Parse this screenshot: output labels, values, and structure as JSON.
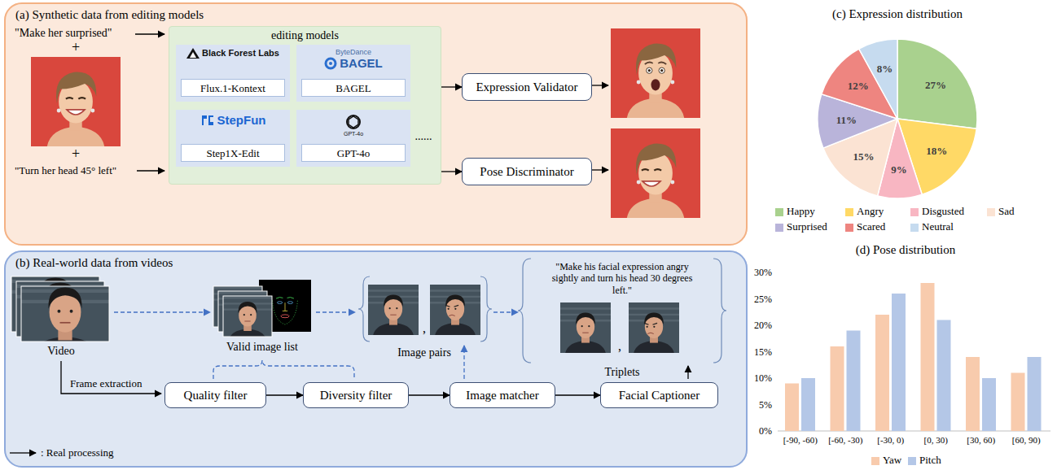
{
  "diagram": {
    "nodes": [
      {
        "text": [
          "(a) Synthetic data from editing models"
        ]
      },
      {
        "text": [
          "editing models"
        ],
        "in": 0
      },
      {
        "text": [
          "Black Forest Labs",
          "Flux.1-Kontext"
        ],
        "in": 1
      },
      {
        "text": [
          "ByteDance",
          "BAGEL",
          "BAGEL"
        ],
        "in": 1
      },
      {
        "text": [
          "StepFun",
          "Step1X-Edit"
        ],
        "in": 1
      },
      {
        "text": [
          "GPT-4o",
          "GPT-4o"
        ],
        "in": 1
      },
      {
        "text": [
          "Expression Validator"
        ],
        "in": 0
      },
      {
        "text": [
          "Pose Discriminator"
        ],
        "in": 0
      },
      {
        "text": [
          "(b) Real-world data from videos"
        ]
      },
      {
        "text": [
          "Quality filter"
        ],
        "in": 8
      },
      {
        "text": [
          "Diversity filter"
        ],
        "in": 8
      },
      {
        "text": [
          "Image matcher"
        ],
        "in": 8
      },
      {
        "text": [
          "Facial Captioner"
        ],
        "in": 8
      }
    ],
    "edges": [
      {
        "from": 1,
        "to": 6,
        "arrow": "to"
      },
      {
        "from": 1,
        "to": 7,
        "arrow": "to"
      },
      {
        "from": 9,
        "to": 10,
        "arrow": "to"
      },
      {
        "from": 10,
        "to": 11,
        "arrow": "to"
      },
      {
        "from": 11,
        "to": 12,
        "arrow": "to"
      }
    ],
    "labels": [
      "\"Make her surprised\"",
      "+",
      "+",
      "\"Turn her head 45° left\"",
      "......",
      "Video",
      "Valid image list",
      "Image pairs",
      ",",
      "\"Make his facial expression angry sightly and turn his head 30 degrees left.\"",
      ",",
      "Triplets",
      "Frame extraction",
      "(c) Expression distribution",
      "27%",
      "18%",
      "9%",
      "15%",
      "11%",
      "12%",
      "8%",
      "(d) Pose distribution",
      "30%",
      "25%",
      "20%",
      "15%",
      "10%",
      "5%",
      "0%",
      "[-90, -60)",
      "[-60, -30)",
      "[-30, 0)",
      "[0, 30)",
      "[30, 60)",
      "[60, 90)"
    ],
    "legend": [
      {
        "text": "Happy",
        "color": "#a9d18e"
      },
      {
        "text": "Angry",
        "color": "#ffd966"
      },
      {
        "text": "Disgusted",
        "color": "#f8b6c2"
      },
      {
        "text": "Sad",
        "color": "#fbe3d3"
      },
      {
        "text": "Surprised",
        "color": "#b9b4da"
      },
      {
        "text": "Scared",
        "color": "#ee8580"
      },
      {
        "text": "Neutral",
        "color": "#c6dbef"
      },
      {
        "text": "Yaw",
        "color": "#f8cbad"
      },
      {
        "text": "Pitch",
        "color": "#b4c7e7"
      },
      {
        "text": ": Real processing"
      }
    ]
  }
}
